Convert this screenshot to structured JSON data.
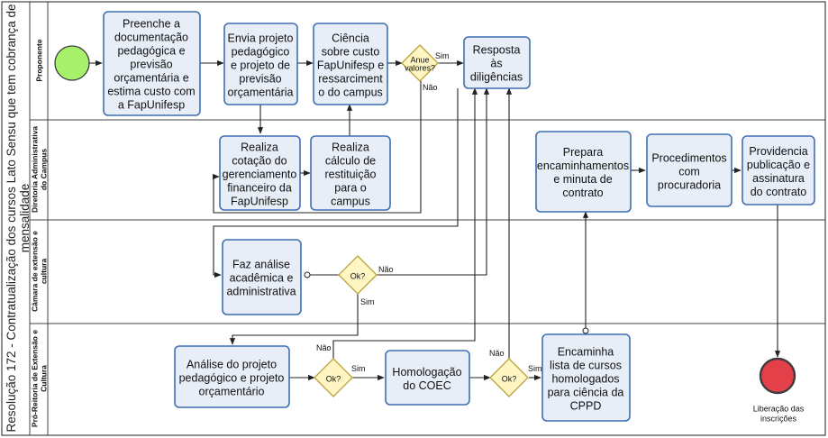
{
  "pool_title": [
    "Resolução 172 - Contratualização dos cursos Lato Sensu que tem cobrança de",
    "mensalidade"
  ],
  "lanes": {
    "proponente": [
      "Proponente"
    ],
    "diretoria": [
      "Diretoria Administrativa",
      "do Campus"
    ],
    "camara": [
      "Câmara de extensão e",
      "cultura"
    ],
    "proreitoria": [
      "Pró-Reitoria de Extensão e",
      "Cultura"
    ]
  },
  "tasks": {
    "preenche": [
      "Preenche a",
      "documentação",
      "pedagógica e",
      "previsão",
      "orçamentária e",
      "estima custo com",
      "a FapUnifesp"
    ],
    "envia": [
      "Envia projeto",
      "pedagógico",
      "e projeto de",
      "previsão",
      "orçamentária"
    ],
    "ciencia": [
      "Ciência",
      "sobre custo",
      "FapUnifesp e",
      "ressarciment",
      "o do campus"
    ],
    "resposta": [
      "Resposta",
      "às",
      "diligências"
    ],
    "cotacao": [
      "Realiza",
      "cotação do",
      "gerenciamento",
      "financeiro da",
      "FapUnifesp"
    ],
    "calculo": [
      "Realiza",
      "cálculo de",
      "restituição",
      "para o",
      "campus"
    ],
    "prepara": [
      "Prepara",
      "encaminhamentos",
      "e minuta de",
      "contrato"
    ],
    "procedimentos": [
      "Procedimentos",
      "com",
      "procuradoria"
    ],
    "providencia": [
      "Providencia",
      "publicação e",
      "assinatura",
      "do contrato"
    ],
    "analise_academica": [
      "Faz análise",
      "acadêmica e",
      "administrativa"
    ],
    "analise_projeto": [
      "Análise do projeto",
      "pedagógico e projeto",
      "orçamentário"
    ],
    "homologacao": [
      "Homologação",
      "do COEC"
    ],
    "encaminha": [
      "Encaminha",
      "lista de cursos",
      "homologados",
      "para ciência da",
      "CPPD"
    ]
  },
  "gateways": {
    "anue": [
      "Anue",
      "valores?"
    ],
    "ok1": [
      "Ok?"
    ],
    "ok2": [
      "Ok?"
    ],
    "ok3": [
      "Ok?"
    ]
  },
  "flow_labels": {
    "sim": "Sim",
    "nao": "Não"
  },
  "end_event": [
    "Liberação das",
    "inscrições"
  ],
  "colors": {
    "start_fill": "#a6f06b",
    "end_fill": "#e3404a",
    "task_fill": "#e8eef8",
    "task_stroke": "#3f6fb4",
    "gateway_fill": "#fff6c4"
  }
}
